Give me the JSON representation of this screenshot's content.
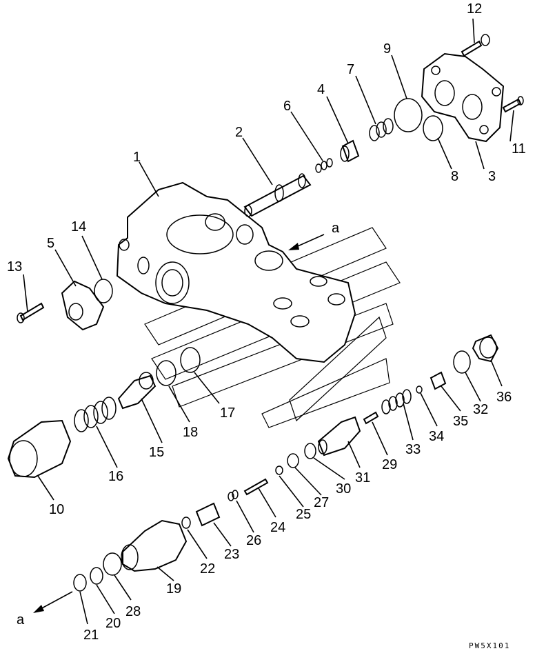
{
  "diagram": {
    "view_label": "a",
    "drawing_code": "PW5X101",
    "callouts": [
      "1",
      "2",
      "3",
      "4",
      "5",
      "6",
      "7",
      "8",
      "9",
      "10",
      "11",
      "12",
      "13",
      "14",
      "15",
      "16",
      "17",
      "18",
      "19",
      "20",
      "21",
      "22",
      "23",
      "24",
      "25",
      "26",
      "27",
      "28",
      "29",
      "30",
      "31",
      "32",
      "33",
      "34",
      "35",
      "36"
    ]
  }
}
